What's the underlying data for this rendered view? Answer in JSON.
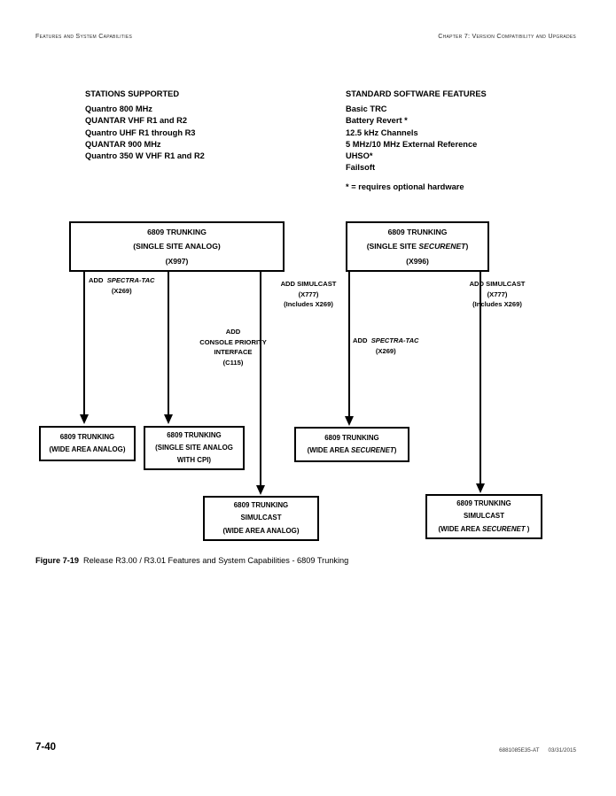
{
  "header": {
    "left": "Features and System Capabilities",
    "right": "Chapter 7: Version Compatibility and Upgrades"
  },
  "stations_supported": {
    "heading": "STATIONS SUPPORTED",
    "items": [
      "Quantro 800 MHz",
      "QUANTAR VHF R1 and R2",
      "Quantro UHF R1 through R3",
      "QUANTAR 900 MHz",
      "Quantro 350 W VHF R1 and R2"
    ]
  },
  "standard_software_features": {
    "heading": "STANDARD SOFTWARE FEATURES",
    "items": [
      "Basic TRC",
      "Battery Revert *",
      "12.5 kHz Channels",
      "5 MHz/10 MHz External Reference",
      "UHSO*",
      "Failsoft"
    ],
    "footnote": "* = requires optional hardware"
  },
  "diagram": {
    "nodes": {
      "analog_root": {
        "line1": "6809 TRUNKING",
        "line2_pre": "(SINGLE SITE ANALOG)",
        "line3": "(X997)"
      },
      "securenet_root": {
        "line1": "6809 TRUNKING",
        "line2_pre": "(SINGLE SITE ",
        "line2_it": "SECURENET",
        "line2_post": ")",
        "line3": "(X996)"
      },
      "wide_area_analog": {
        "line1": "6809 TRUNKING",
        "line2": "(WIDE AREA ANALOG)"
      },
      "single_site_cpi": {
        "line1": "6809 TRUNKING",
        "line2": "(SINGLE SITE ANALOG",
        "line3": "WITH CPI)"
      },
      "wide_area_securenet": {
        "line1": "6809 TRUNKING",
        "line2_pre": "(WIDE AREA ",
        "line2_it": "SECURENET",
        "line2_post": ")"
      },
      "simulcast_analog": {
        "line1": "6809 TRUNKING",
        "line2": "SIMULCAST",
        "line3": "(WIDE AREA ANALOG)"
      },
      "simulcast_securenet": {
        "line1": "6809 TRUNKING",
        "line2": "SIMULCAST",
        "line3_pre": "(WIDE AREA ",
        "line3_it": "SECURENET",
        "line3_post": " )"
      }
    },
    "edge_labels": {
      "analog_spectra_tac": {
        "add": "ADD",
        "option_it": "SPECTRA-TAC",
        "code": "(X269)"
      },
      "console_priority": {
        "add": "ADD",
        "line2": "CONSOLE PRIORITY",
        "line3": "INTERFACE",
        "code": "(C115)"
      },
      "analog_simulcast": {
        "add": "ADD SIMULCAST",
        "code": "(X777)",
        "note": "(Includes X269)"
      },
      "securenet_spectra_tac": {
        "add": "ADD",
        "option_it": "SPECTRA-TAC",
        "code": "(X269)"
      },
      "securenet_simulcast": {
        "add": "ADD   SIMULCAST",
        "code": "(X777)",
        "note": "(Includes X269)"
      }
    }
  },
  "caption": {
    "figure_number": "Figure 7-19",
    "text": "Release R3.00 / R3.01 Features and System Capabilities - 6809 Trunking"
  },
  "footer": {
    "page_number": "7-40",
    "doc_id": "6881085E35-AT",
    "date": "03/31/2015"
  }
}
